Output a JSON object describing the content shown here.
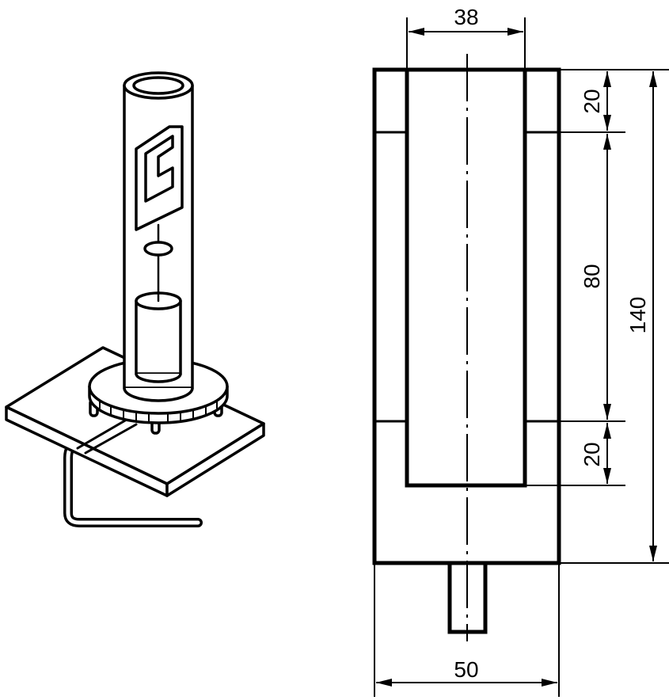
{
  "drawing": {
    "dimensions": {
      "top_width": "38",
      "bottom_width": "50",
      "upper_segment": "20",
      "middle_segment": "80",
      "lower_segment": "20",
      "total_height": "140"
    },
    "colors": {
      "line": "#000000",
      "background": "#ffffff"
    }
  }
}
